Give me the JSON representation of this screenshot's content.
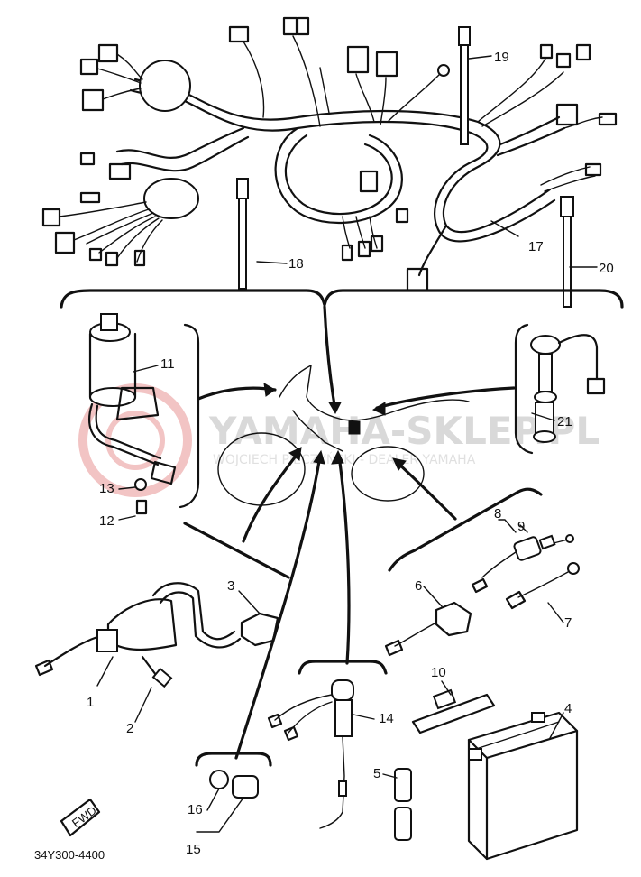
{
  "watermark": {
    "title": "YAMAHA-SKLEP.PL",
    "subtitle": "WOJCIECH PIECZYŃSKI - DEALER YAMAHA"
  },
  "drawing_code": "34Y300-4400",
  "fwd_badge": "FWD",
  "parts": {
    "p1": "1",
    "p2": "2",
    "p3": "3",
    "p4": "4",
    "p5": "5",
    "p6": "6",
    "p7": "7",
    "p8": "8",
    "p9": "9",
    "p10": "10",
    "p11": "11",
    "p12": "12",
    "p13": "13",
    "p14": "14",
    "p15": "15",
    "p16": "16",
    "p17": "17",
    "p18": "18",
    "p19": "19",
    "p20": "20",
    "p21": "21"
  },
  "colors": {
    "ink": "#111111",
    "watermark": "#d9d9d9",
    "watermark_logo": "#f2b8b8"
  }
}
